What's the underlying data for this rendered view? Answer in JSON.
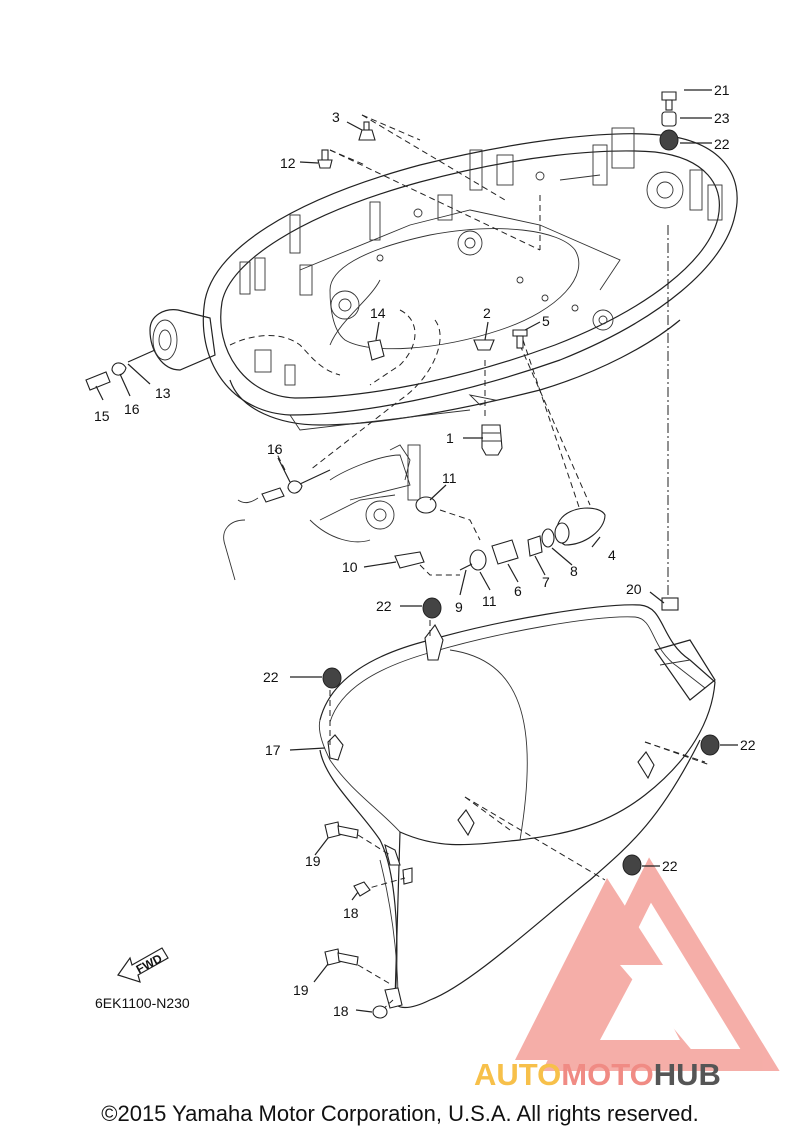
{
  "diagram_code": "6EK1100-N230",
  "fwd_label": "FWD",
  "copyright": "©2015 Yamaha Motor Corporation, U.S.A. All rights reserved.",
  "watermark": {
    "brand_auto": "AUTO",
    "brand_moto": "MOTO",
    "brand_hub": "HUB",
    "colors": {
      "logo": "#f4a09a",
      "auto": "#f7c04a",
      "moto": "#f08b84",
      "hub": "#555555"
    }
  },
  "callouts": [
    "1",
    "2",
    "3",
    "4",
    "5",
    "6",
    "7",
    "8",
    "9",
    "10",
    "11",
    "12",
    "13",
    "14",
    "15",
    "16",
    "17",
    "18",
    "19",
    "20",
    "21",
    "22",
    "23"
  ],
  "labels": {
    "l21": "21",
    "l23": "23",
    "l22a": "22",
    "l3": "3",
    "l12": "12",
    "l14": "14",
    "l2": "2",
    "l5": "5",
    "l15": "15",
    "l16a": "16",
    "l13": "13",
    "l1": "1",
    "l16b": "16",
    "l11a": "11",
    "l4": "4",
    "l10": "10",
    "l9": "9",
    "l11b": "11",
    "l6": "6",
    "l7": "7",
    "l8": "8",
    "l20": "20",
    "l22b": "22",
    "l22c": "22",
    "l17": "17",
    "l22d": "22",
    "l19a": "19",
    "l22e": "22",
    "l18a": "18",
    "l19b": "19",
    "l18b": "18"
  }
}
